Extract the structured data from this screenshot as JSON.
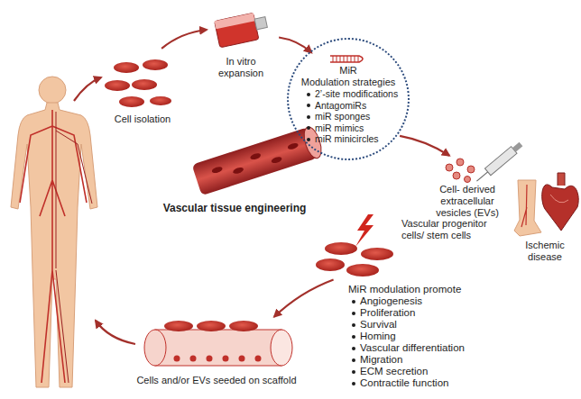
{
  "diagram": {
    "nodes": [
      {
        "text": [
          "Cell isolation"
        ]
      },
      {
        "text": [
          "In vitro expansion"
        ]
      },
      {
        "text": [
          "MiR",
          "Modulation strategies",
          "2’-site modifications",
          "AntagomiRs",
          "miR sponges",
          "miR mimics",
          "miR minicircles"
        ]
      },
      {
        "text": [
          "Cell- derived extracellular vesicles (EVs)"
        ]
      },
      {
        "text": [
          "Ischemic disease"
        ]
      },
      {
        "text": [
          "Vascular tissue engineering"
        ]
      },
      {
        "text": [
          "Vascular progenitor cells/ stem cells"
        ]
      },
      {
        "text": [
          "Cells and/or EVs seeded on scaffold"
        ]
      }
    ],
    "edges": [
      {
        "from": 0,
        "to": 1,
        "arrow": "to"
      },
      {
        "from": 1,
        "to": 2,
        "arrow": "to"
      },
      {
        "from": 2,
        "to": 3,
        "arrow": "to"
      },
      {
        "from": 6,
        "to": 7,
        "arrow": "to"
      }
    ],
    "labels": [
      "MiR modulation promote",
      "Angiogenesis",
      "Proliferation",
      "Survival",
      "Homing",
      "Vascular differentiation",
      "Migration",
      "ECM secretion",
      "Contractile function"
    ]
  }
}
